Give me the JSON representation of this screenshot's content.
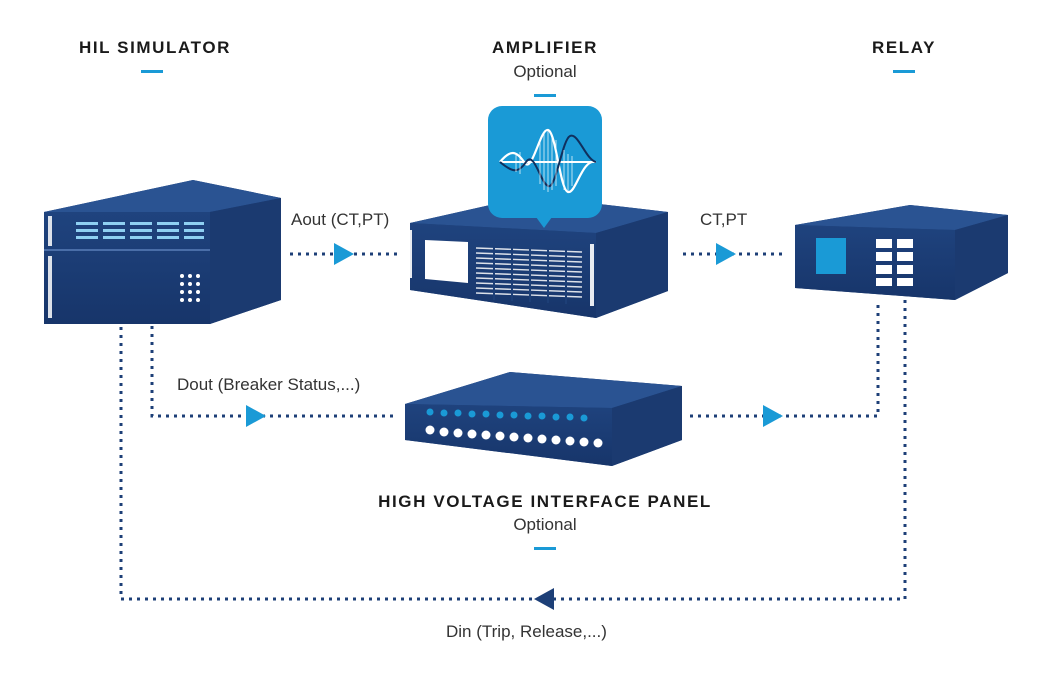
{
  "colors": {
    "navy": "#1d3f77",
    "accent": "#1a9ad6",
    "dark_navy": "#142f5c"
  },
  "devices": {
    "hil_simulator": {
      "title": "HIL SIMULATOR"
    },
    "amplifier": {
      "title": "AMPLIFIER",
      "subtitle": "Optional",
      "badge_icon": "waveform-icon"
    },
    "relay": {
      "title": "RELAY"
    },
    "hv_panel": {
      "title": "HIGH VOLTAGE INTERFACE PANEL",
      "subtitle": "Optional"
    }
  },
  "signals": {
    "aout": "Aout (CT,PT)",
    "ctpt": "CT,PT",
    "dout": "Dout (Breaker Status,...)",
    "din": "Din (Trip, Release,...)"
  }
}
